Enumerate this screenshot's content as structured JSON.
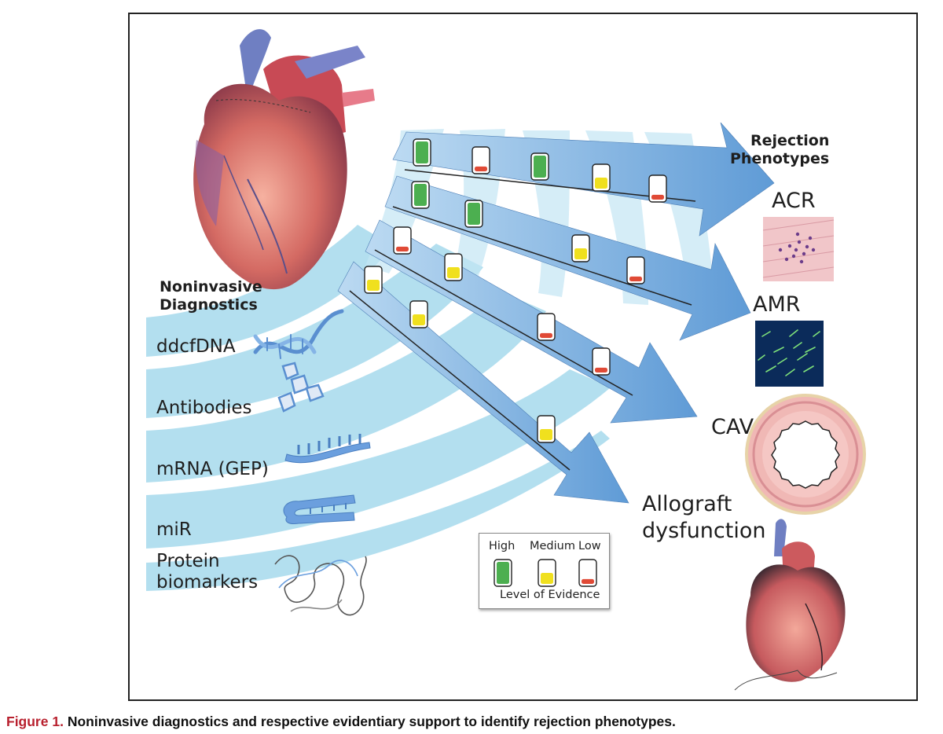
{
  "caption": {
    "figure_label": "Figure 1.",
    "text": "Noninvasive diagnostics and respective evidentiary support to identify rejection phenotypes."
  },
  "diagram": {
    "source_heading_line1": "Noninvasive",
    "source_heading_line2": "Diagnostics",
    "target_heading_line1": "Rejection",
    "target_heading_line2": "Phenotypes",
    "sources": [
      "ddcfDNA",
      "Antibodies",
      "mRNA (GEP)",
      "miR",
      "Protein",
      "biomarkers"
    ],
    "phenotypes": [
      "ACR",
      "AMR",
      "CAV",
      "Allograft",
      "dysfunction"
    ],
    "evidence_matrix": {
      "rows": [
        "ACR",
        "AMR",
        "CAV",
        "Allograft dysfunction"
      ],
      "columns": [
        "ddcfDNA",
        "Antibodies",
        "mRNA (GEP)",
        "miR",
        "Protein biomarkers"
      ],
      "levels": [
        [
          "high",
          "low",
          "high",
          "medium",
          "low"
        ],
        [
          "high",
          "high",
          null,
          "medium",
          "low"
        ],
        [
          "low",
          "medium",
          null,
          "low",
          "low"
        ],
        [
          "medium",
          "medium",
          null,
          null,
          "medium"
        ]
      ]
    },
    "legend": {
      "high_label": "High",
      "medium_label": "Medium",
      "low_label": "Low",
      "title": "Level of Evidence"
    },
    "colors": {
      "high": "#4caf50",
      "medium": "#f0e01e",
      "low": "#e04a36",
      "band": "#a6d9ec",
      "arrow": "#7fb2e0"
    }
  }
}
